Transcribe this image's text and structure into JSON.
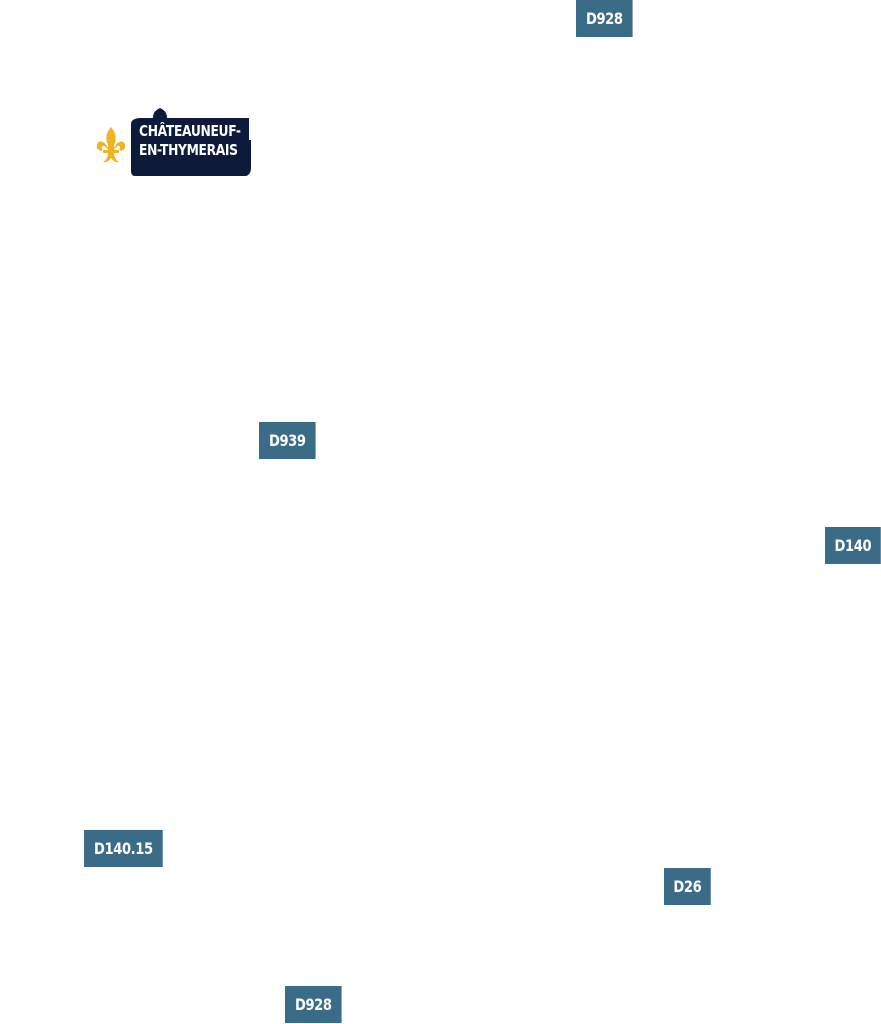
{
  "colors": {
    "road_label_bg": "#3a6b87",
    "road_label_text": "#ffffff",
    "town_badge_bg": "#0e1a3a",
    "fleur_de_lis": "#f0b323"
  },
  "roads": [
    {
      "label": "D928"
    },
    {
      "label": "D939"
    },
    {
      "label": "D140"
    },
    {
      "label": "D140.15"
    },
    {
      "label": "D26"
    },
    {
      "label": "D928"
    }
  ],
  "town": {
    "icon": "fleur-de-lis-icon",
    "name_line1": "CHÂTEAUNEUF-",
    "name_line2": "EN-THYMERAIS"
  }
}
